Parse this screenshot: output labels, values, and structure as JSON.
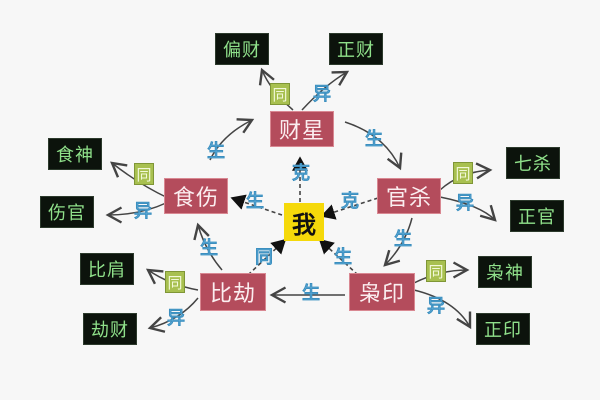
{
  "center": {
    "label": "我"
  },
  "nodes": {
    "caixing": "财星",
    "shishang": "食伤",
    "guansha": "官杀",
    "bijie": "比劫",
    "xiaoyin": "枭印"
  },
  "leaves": {
    "piancai": "偏财",
    "zhengcai": "正财",
    "shishen": "食神",
    "shangguan": "伤官",
    "qisha": "七杀",
    "zhengguan": "正官",
    "bijian": "比肩",
    "jiecai": "劫财",
    "xiaoshen": "枭神",
    "zhengyin": "正印"
  },
  "relations": {
    "sheng": "生",
    "ke": "克",
    "tong": "同",
    "yi": "异"
  },
  "colors": {
    "node_bg": "#b44c5c",
    "leaf_bg": "#0c130c",
    "leaf_text": "#8fe08a",
    "center_bg": "#f5d90a",
    "relation_text": "#7ec5ee",
    "same_badge": "#a8c050"
  }
}
